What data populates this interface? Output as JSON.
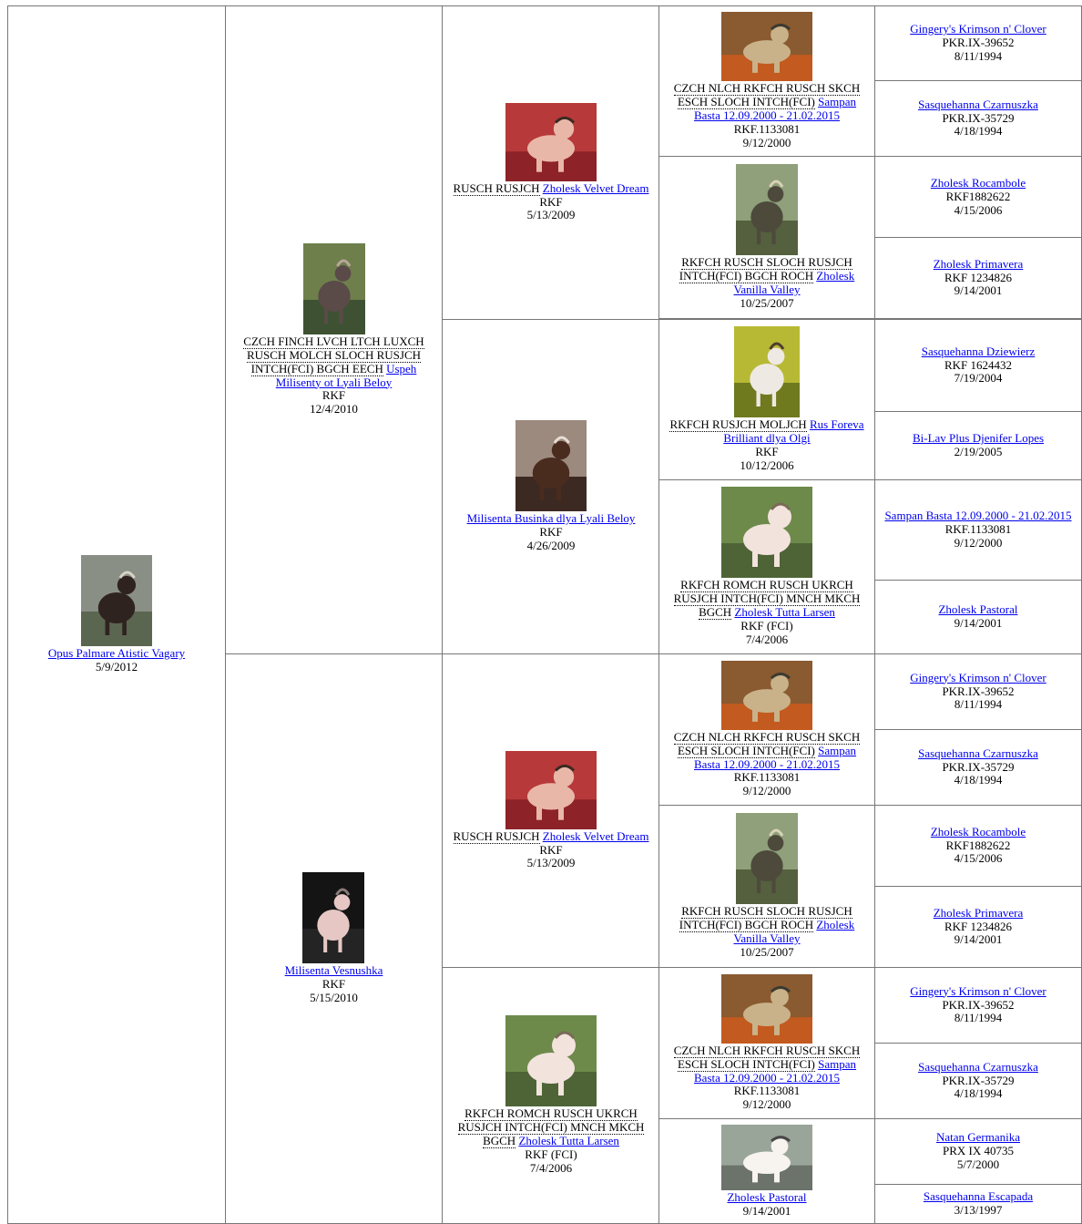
{
  "subject": {
    "titles": "",
    "name": "Opus Palmare Atistic Vagary",
    "reg": "",
    "date": "5/9/2012",
    "photo": "p1"
  },
  "sire": {
    "titles": "CZCH FINCH LVCH LTCH LUXCH RUSCH MOLCH SLOCH RUSJCH INTCH(FCI) BGCH EECH",
    "name": "Uspeh Milisenty ot Lyali Beloy",
    "reg": "RKF",
    "date": "12/4/2010",
    "photo": "p2"
  },
  "dam": {
    "titles": "",
    "name": "Milisenta Vesnushka",
    "reg": "RKF",
    "date": "5/15/2010",
    "photo": "p3"
  },
  "g3": [
    {
      "titles": "RUSCH RUSJCH",
      "name": "Zholesk Velvet Dream",
      "reg": "RKF",
      "date": "5/13/2009",
      "photo": "p4"
    },
    {
      "titles": "",
      "name": "Milisenta Businka dlya Lyali Beloy",
      "reg": "RKF",
      "date": "4/26/2009",
      "photo": "p5"
    },
    {
      "titles": "RUSCH RUSJCH",
      "name": "Zholesk Velvet Dream",
      "reg": "RKF",
      "date": "5/13/2009",
      "photo": "p4"
    },
    {
      "titles": "RKFCH ROMCH RUSCH UKRCH RUSJCH INTCH(FCI) MNCH MKCH BGCH",
      "name": "Zholesk Tutta Larsen",
      "reg": "RKF (FCI)",
      "date": "7/4/2006",
      "photo": "p6"
    }
  ],
  "g4": [
    {
      "titles": "CZCH NLCH RKFCH RUSCH SKCH ESCH SLOCH INTCH(FCI)",
      "name": "Sampan Basta 12.09.2000 - 21.02.2015",
      "reg": "RKF.1133081",
      "date": "9/12/2000",
      "photo": "p7"
    },
    {
      "titles": "RKFCH RUSCH SLOCH RUSJCH INTCH(FCI) BGCH ROCH",
      "name": "Zholesk Vanilla Valley",
      "reg": "",
      "date": "10/25/2007",
      "photo": "p8"
    },
    {
      "titles": "RKFCH RUSJCH MOLJCH",
      "name": "Rus Foreva Brilliant dlya Olgi",
      "reg": "RKF",
      "date": "10/12/2006",
      "photo": "p9"
    },
    {
      "titles": "RKFCH ROMCH RUSCH UKRCH RUSJCH INTCH(FCI) MNCH MKCH BGCH",
      "name": "Zholesk Tutta Larsen",
      "reg": "RKF (FCI)",
      "date": "7/4/2006",
      "photo": "p6"
    },
    {
      "titles": "CZCH NLCH RKFCH RUSCH SKCH ESCH SLOCH INTCH(FCI)",
      "name": "Sampan Basta 12.09.2000 - 21.02.2015",
      "reg": "RKF.1133081",
      "date": "9/12/2000",
      "photo": "p7"
    },
    {
      "titles": "RKFCH RUSCH SLOCH RUSJCH INTCH(FCI) BGCH ROCH",
      "name": "Zholesk Vanilla Valley",
      "reg": "",
      "date": "10/25/2007",
      "photo": "p8"
    },
    {
      "titles": "CZCH NLCH RKFCH RUSCH SKCH ESCH SLOCH INTCH(FCI)",
      "name": "Sampan Basta 12.09.2000 - 21.02.2015",
      "reg": "RKF.1133081",
      "date": "9/12/2000",
      "photo": "p7"
    },
    {
      "titles": "",
      "name": "Zholesk Pastoral",
      "reg": "",
      "date": "9/14/2001",
      "photo": "p10"
    }
  ],
  "g5": [
    {
      "name": "Gingery's Krimson n' Clover",
      "reg": "PKR.IX-39652",
      "date": "8/11/1994"
    },
    {
      "name": "Sasquehanna Czarnuszka",
      "reg": "PKR.IX-35729",
      "date": "4/18/1994"
    },
    {
      "name": "Zholesk Rocambole",
      "reg": "RKF1882622",
      "date": "4/15/2006"
    },
    {
      "name": "Zholesk Primavera",
      "reg": "RKF 1234826",
      "date": "9/14/2001"
    },
    {
      "name": "Sasquehanna Dziewierz",
      "reg": "RKF 1624432",
      "date": "7/19/2004"
    },
    {
      "name": "Bi-Lav Plus Djenifer Lopes",
      "reg": "",
      "date": "2/19/2005"
    },
    {
      "name": "Sampan Basta 12.09.2000 - 21.02.2015",
      "reg": "RKF.1133081",
      "date": "9/12/2000"
    },
    {
      "name": "Zholesk Pastoral",
      "reg": "",
      "date": "9/14/2001"
    },
    {
      "name": "Gingery's Krimson n' Clover",
      "reg": "PKR.IX-39652",
      "date": "8/11/1994"
    },
    {
      "name": "Sasquehanna Czarnuszka",
      "reg": "PKR.IX-35729",
      "date": "4/18/1994"
    },
    {
      "name": "Zholesk Rocambole",
      "reg": "RKF1882622",
      "date": "4/15/2006"
    },
    {
      "name": "Zholesk Primavera",
      "reg": "RKF 1234826",
      "date": "9/14/2001"
    },
    {
      "name": "Gingery's Krimson n' Clover",
      "reg": "PKR.IX-39652",
      "date": "8/11/1994"
    },
    {
      "name": "Sasquehanna Czarnuszka",
      "reg": "PKR.IX-35729",
      "date": "4/18/1994"
    },
    {
      "name": "Natan Germanika",
      "reg": "PRX IX 40735",
      "date": "5/7/2000"
    },
    {
      "name": "Sasquehanna Escapada",
      "reg": "",
      "date": "3/13/1997"
    }
  ]
}
